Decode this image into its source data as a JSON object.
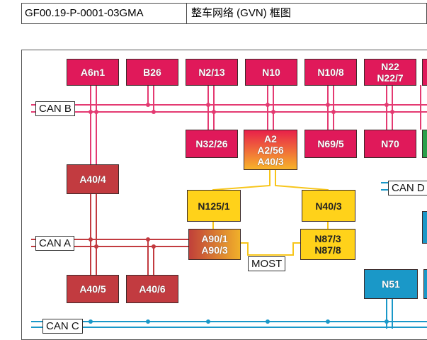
{
  "header": {
    "code": "GF00.19-P-0001-03GMA",
    "title": "整车网络 (GVN) 框图"
  },
  "colors": {
    "can_b": "#e43a72",
    "can_a": "#c23b40",
    "can_c": "#1a98c8",
    "most": "#f7c51a"
  },
  "buses": {
    "can_b": "CAN B",
    "can_a": "CAN A",
    "can_c": "CAN C",
    "can_d": "CAN D",
    "most": "MOST"
  },
  "nodes": {
    "a6n1": "A6n1",
    "b26": "B26",
    "n2_13": "N2/13",
    "n10": "N10",
    "n10_8": "N10/8",
    "n22": [
      "N22",
      "N22/7"
    ],
    "n32_26": "N32/26",
    "a2": [
      "A2",
      "A2/56",
      "A40/3"
    ],
    "n69_5": "N69/5",
    "n70": "N70",
    "a40_4": "A40/4",
    "n125_1": "N125/1",
    "n40_3": "N40/3",
    "a90": [
      "A90/1",
      "A90/3"
    ],
    "n87": [
      "N87/3",
      "N87/8"
    ],
    "a40_5": "A40/5",
    "a40_6": "A40/6",
    "n51": "N51"
  }
}
